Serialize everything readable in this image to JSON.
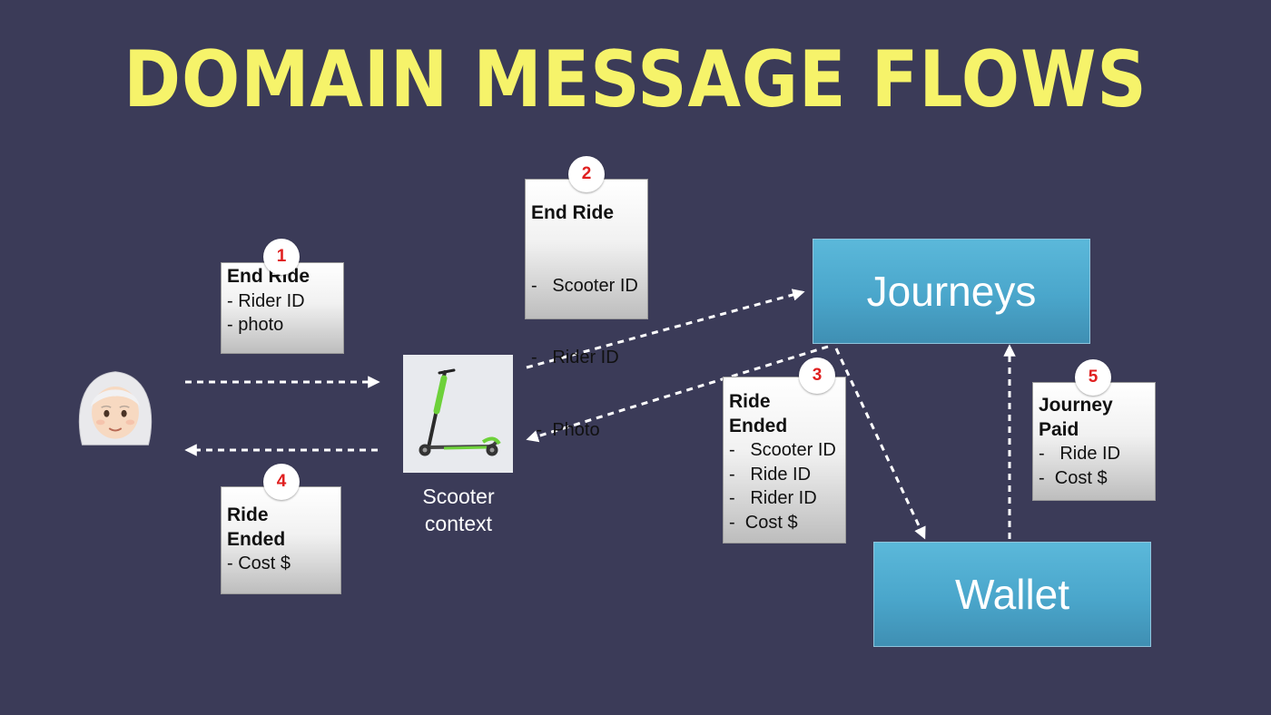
{
  "title": "DOMAIN MESSAGE FLOWS",
  "scooter_context": {
    "label_line1": "Scooter",
    "label_line2": "context"
  },
  "contexts": {
    "journeys": "Journeys",
    "wallet": "Wallet"
  },
  "messages": [
    {
      "step": "1",
      "head_lines": [
        "End Ride"
      ],
      "items": [
        "- Rider ID",
        "- photo"
      ]
    },
    {
      "step": "2",
      "head_lines": [
        "End Ride"
      ],
      "items": [
        "-   Scooter ID",
        "-   Rider ID",
        " -  Photo"
      ]
    },
    {
      "step": "3",
      "head_lines": [
        "Ride",
        "Ended"
      ],
      "items": [
        "-   Scooter ID",
        "-   Ride ID",
        "-   Rider ID",
        "-  Cost $"
      ]
    },
    {
      "step": "4",
      "head_lines": [
        "Ride",
        "Ended"
      ],
      "items": [
        "- Cost $"
      ]
    },
    {
      "step": "5",
      "head_lines": [
        "Journey",
        "Paid"
      ],
      "items": [
        "-   Ride ID",
        "-  Cost $"
      ]
    }
  ],
  "colors": {
    "background": "#3b3b58",
    "title": "#f6f36a",
    "context_box": "#4aa6cb",
    "badge_number": "#e02020"
  },
  "icons": {
    "rider": "woman-white-hair-emoji-icon",
    "scooter": "electric-scooter-icon"
  }
}
